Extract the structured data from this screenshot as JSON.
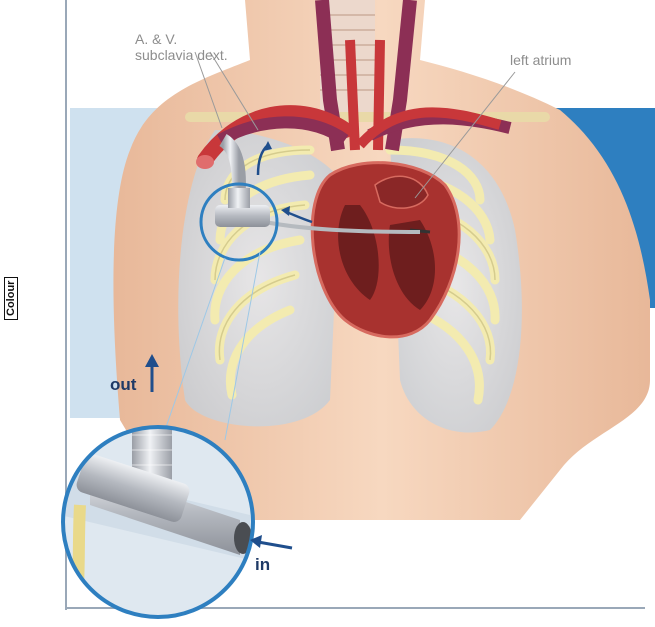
{
  "side_label": "Colour",
  "labels": {
    "vessel_line1": "A. & V.",
    "vessel_line2": "subclavia dext.",
    "atrium": "left atrium",
    "out": "out",
    "in": "in"
  },
  "colors": {
    "skin": "#f1c7a8",
    "rib": "#f3ebb0",
    "lung": "#d9dee3",
    "heart": "#a8322f",
    "artery": "#c8373a",
    "vein": "#8c2f55",
    "accent_blue": "#2e7fc0",
    "tube": "#c9ccd2"
  },
  "icons": [
    "up-arrow-icon",
    "right-arrow-icon",
    "magnifier-circle-icon"
  ]
}
